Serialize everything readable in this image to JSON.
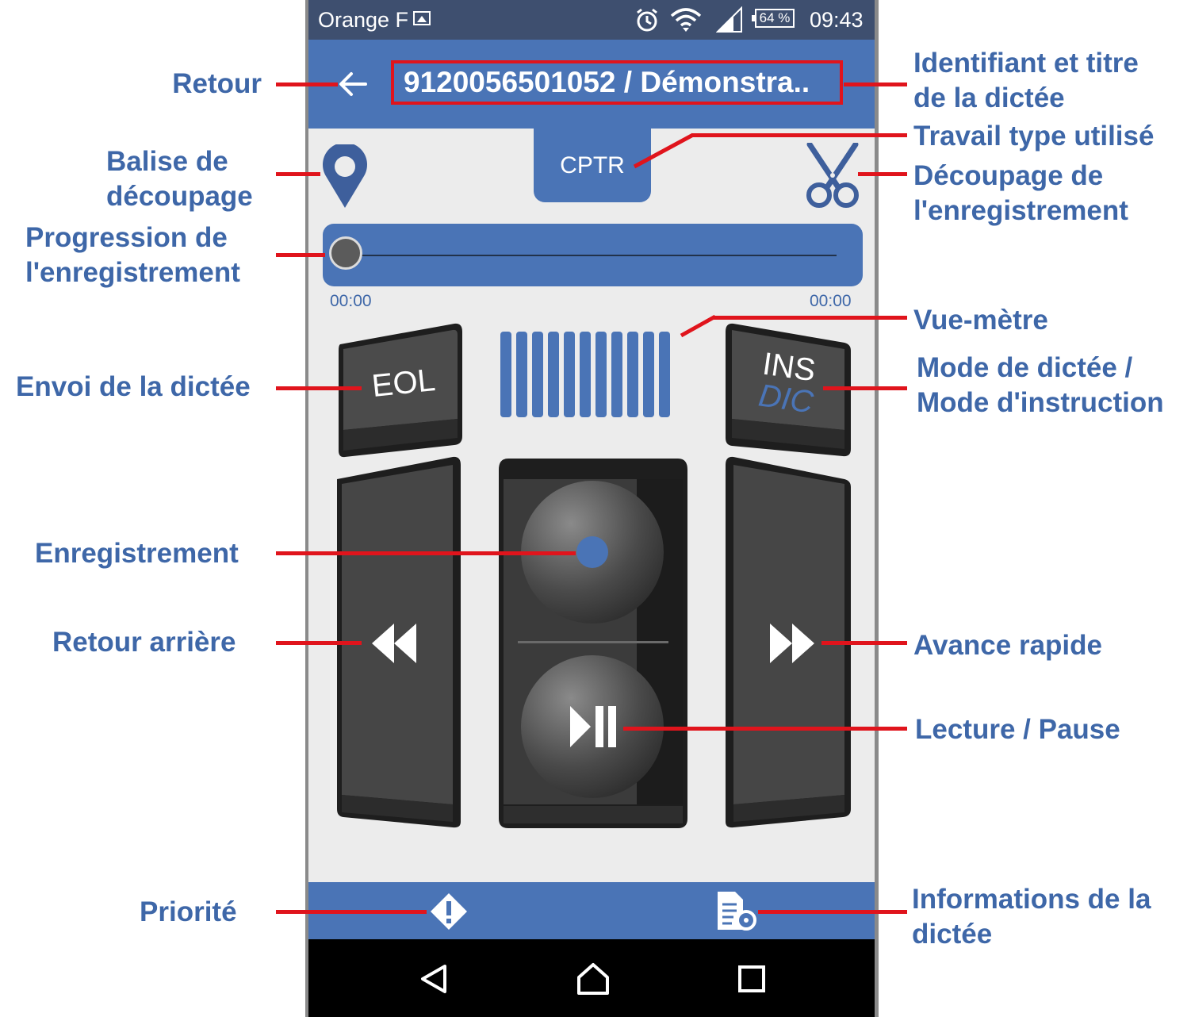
{
  "status_bar": {
    "carrier": "Orange F",
    "battery": "64 %",
    "time": "09:43",
    "icons": [
      "image-icon",
      "alarm-icon",
      "wifi-icon",
      "signal-icon",
      "battery-icon"
    ]
  },
  "app_bar": {
    "back_icon": "arrow-left-icon",
    "title": "9120056501052 / Démonstra.."
  },
  "worktype_tab": {
    "label": "CPTR"
  },
  "toolbar": {
    "marker_icon": "map-pin-icon",
    "cut_icon": "scissors-icon"
  },
  "progress": {
    "position": 0.0,
    "elapsed": "00:00",
    "duration": "00:00"
  },
  "vu_meter": {
    "bar_count": 11
  },
  "keys": {
    "eol": "EOL",
    "ins": "INS",
    "dic": "DIC",
    "rewind_icon": "rewind-icon",
    "forward_icon": "fast-forward-icon",
    "record_icon": "record-icon",
    "play_pause_icon": "play-pause-icon"
  },
  "bottom_bar": {
    "priority_icon": "priority-warning-icon",
    "info_icon": "document-settings-icon"
  },
  "nav_bar": {
    "icons": [
      "back-triangle-icon",
      "home-icon",
      "recents-square-icon"
    ]
  },
  "callouts": {
    "retour": "Retour",
    "identifiant_l1": "Identifiant et titre",
    "identifiant_l2": "de la dictée",
    "travail_type": "Travail type utilisé",
    "balise_l1": "Balise de",
    "balise_l2": "découpage",
    "decoupage_l1": "Découpage de",
    "decoupage_l2": "l'enregistrement",
    "progression_l1": "Progression de",
    "progression_l2": "l'enregistrement",
    "vue_metre": "Vue-mètre",
    "envoi": "Envoi de la dictée",
    "mode_l1": "Mode de dictée /",
    "mode_l2": "Mode d'instruction",
    "enregistrement": "Enregistrement",
    "retour_arriere": "Retour arrière",
    "avance_rapide": "Avance rapide",
    "lecture_pause": "Lecture / Pause",
    "priorite": "Priorité",
    "informations_l1": "Informations de la",
    "informations_l2": "dictée"
  },
  "colors": {
    "app_blue": "#4a74b6",
    "callout_blue": "#3e67a8",
    "callout_red": "#e0141c",
    "status_bar": "#3e4f6f"
  }
}
